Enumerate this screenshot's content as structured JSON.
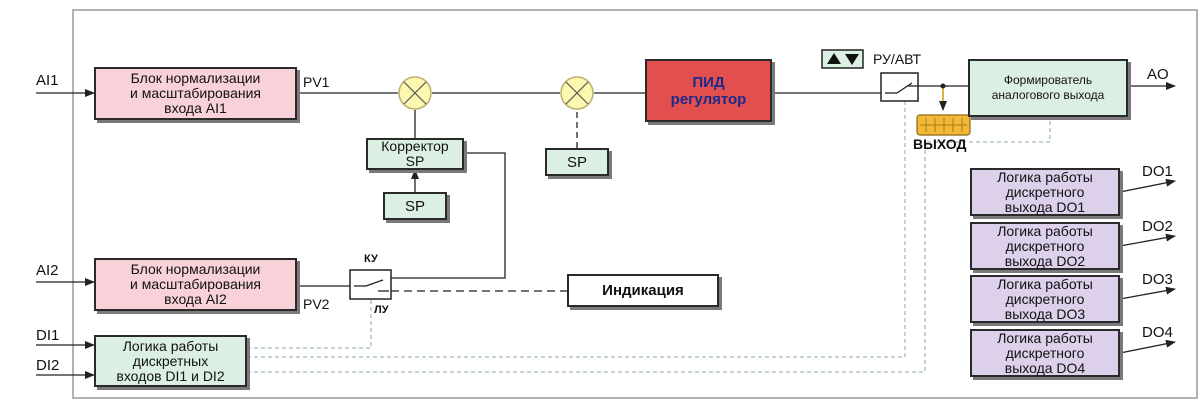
{
  "inputs": {
    "ai1": "AI1",
    "ai2": "AI2",
    "di1": "DI1",
    "di2": "DI2"
  },
  "outputs": {
    "ao": "AO",
    "do1": "DO1",
    "do2": "DO2",
    "do3": "DO3",
    "do4": "DO4"
  },
  "blocks": {
    "norm_ai1": "Блок нормализации\nи масштабирования\nвхода AI1",
    "norm_ai2": "Блок нормализации\nи масштабирования\nвхода AI2",
    "sp_corrector": "Корректор\nSP",
    "sp_bottom": "SP",
    "sp_right": "SP",
    "pid": "ПИД\nрегулятор",
    "analog_former": "Формирователь\nаналогового выхода",
    "di_logic": "Логика работы\nдискретных\nвходов DI1 и DI2",
    "indication": "Индикация",
    "do1_logic": "Логика работы\nдискретного\nвыхода DO1",
    "do2_logic": "Логика работы\nдискретного\nвыхода DO2",
    "do3_logic": "Логика работы\nдискретного\nвыхода DO3",
    "do4_logic": "Логика работы\nдискретного\nвыхода DO4"
  },
  "labels": {
    "pv1": "PV1",
    "pv2": "PV2",
    "ku": "КУ",
    "lu": "ЛУ",
    "ru_avt": "РУ/АВТ",
    "vyhod": "ВЫХОД",
    "arrows_button": "▲▼"
  },
  "colors": {
    "normalization_block": "#f8d2d8",
    "pid_block": "#e24f4f",
    "pid_text": "#1e2a8a",
    "sp_block": "#dcefe3",
    "do_block": "#ddd0ea",
    "summing_junction": "#fdf7b0",
    "output_indicator": "#f4b838"
  }
}
